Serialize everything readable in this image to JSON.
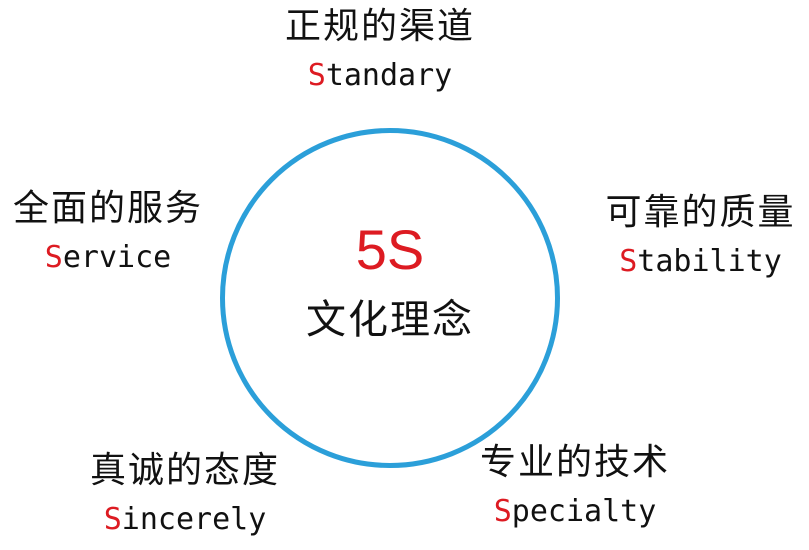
{
  "center": {
    "title": "5S",
    "subtitle": "文化理念"
  },
  "colors": {
    "ring": "#2b9fd9",
    "accent": "#dd1b22",
    "text": "#111111"
  },
  "nodes": {
    "top": {
      "cn": "正规的渠道",
      "initial": "S",
      "rest": "tandary"
    },
    "left": {
      "cn": "全面的服务",
      "initial": "S",
      "rest": "ervice"
    },
    "right": {
      "cn": "可靠的质量",
      "initial": "S",
      "rest": "tability"
    },
    "bottom_left": {
      "cn": "真诚的态度",
      "initial": "S",
      "rest": "incerely"
    },
    "bottom_right": {
      "cn": "专业的技术",
      "initial": "S",
      "rest": "pecialty"
    }
  }
}
